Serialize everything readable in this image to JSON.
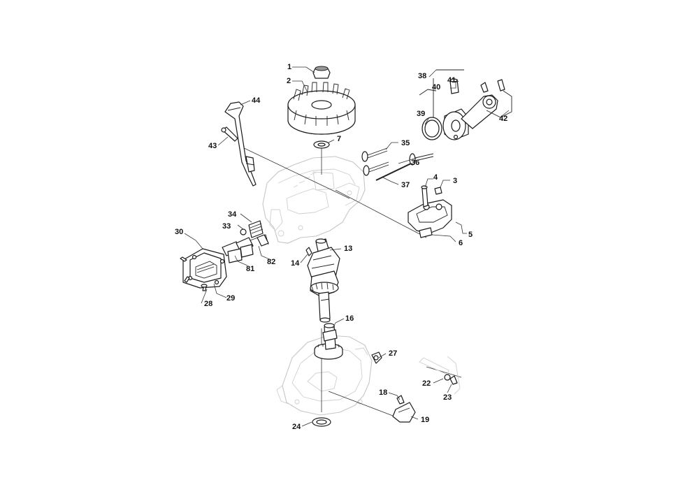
{
  "callouts": [
    {
      "id": "c1",
      "label": "1"
    },
    {
      "id": "c2",
      "label": "2"
    },
    {
      "id": "c3",
      "label": "3"
    },
    {
      "id": "c4",
      "label": "4"
    },
    {
      "id": "c5",
      "label": "5"
    },
    {
      "id": "c6",
      "label": "6"
    },
    {
      "id": "c7",
      "label": "7"
    },
    {
      "id": "c13",
      "label": "13"
    },
    {
      "id": "c14",
      "label": "14"
    },
    {
      "id": "c16",
      "label": "16"
    },
    {
      "id": "c18",
      "label": "18"
    },
    {
      "id": "c19",
      "label": "19"
    },
    {
      "id": "c22",
      "label": "22"
    },
    {
      "id": "c23",
      "label": "23"
    },
    {
      "id": "c24",
      "label": "24"
    },
    {
      "id": "c27",
      "label": "27"
    },
    {
      "id": "c28",
      "label": "28"
    },
    {
      "id": "c29",
      "label": "29"
    },
    {
      "id": "c30",
      "label": "30"
    },
    {
      "id": "c33",
      "label": "33"
    },
    {
      "id": "c34",
      "label": "34"
    },
    {
      "id": "c35",
      "label": "35"
    },
    {
      "id": "c36",
      "label": "36"
    },
    {
      "id": "c37",
      "label": "37"
    },
    {
      "id": "c38",
      "label": "38"
    },
    {
      "id": "c39",
      "label": "39"
    },
    {
      "id": "c40",
      "label": "40"
    },
    {
      "id": "c41",
      "label": "41"
    },
    {
      "id": "c42",
      "label": "42"
    },
    {
      "id": "c43",
      "label": "43"
    },
    {
      "id": "c44",
      "label": "44"
    },
    {
      "id": "c81",
      "label": "81"
    },
    {
      "id": "c82",
      "label": "82"
    }
  ]
}
